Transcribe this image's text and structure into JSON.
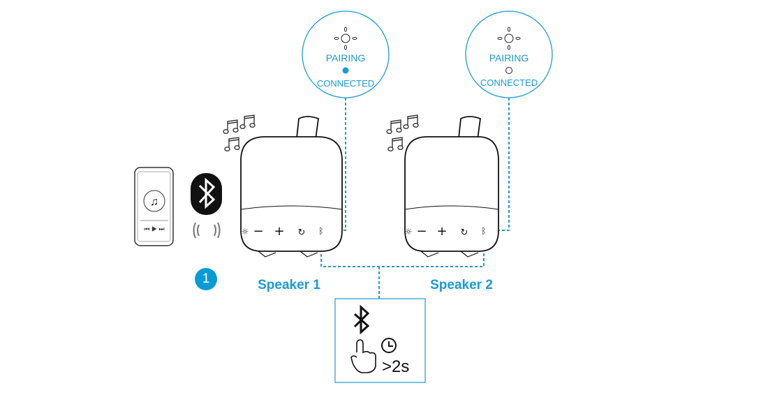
{
  "indicators": [
    {
      "pairing": "PAIRING",
      "connected": "CONNECTED",
      "state": "connected"
    },
    {
      "pairing": "PAIRING",
      "connected": "CONNECTED",
      "state": "off"
    }
  ],
  "speakers": [
    {
      "label": "Speaker 1"
    },
    {
      "label": "Speaker 2"
    }
  ],
  "step_number": "1",
  "instruction": {
    "icons": [
      "bluetooth-icon",
      "hand-press-icon",
      "clock-icon"
    ],
    "duration": ">2s"
  },
  "colors": {
    "accent": "#1a9ad6"
  }
}
